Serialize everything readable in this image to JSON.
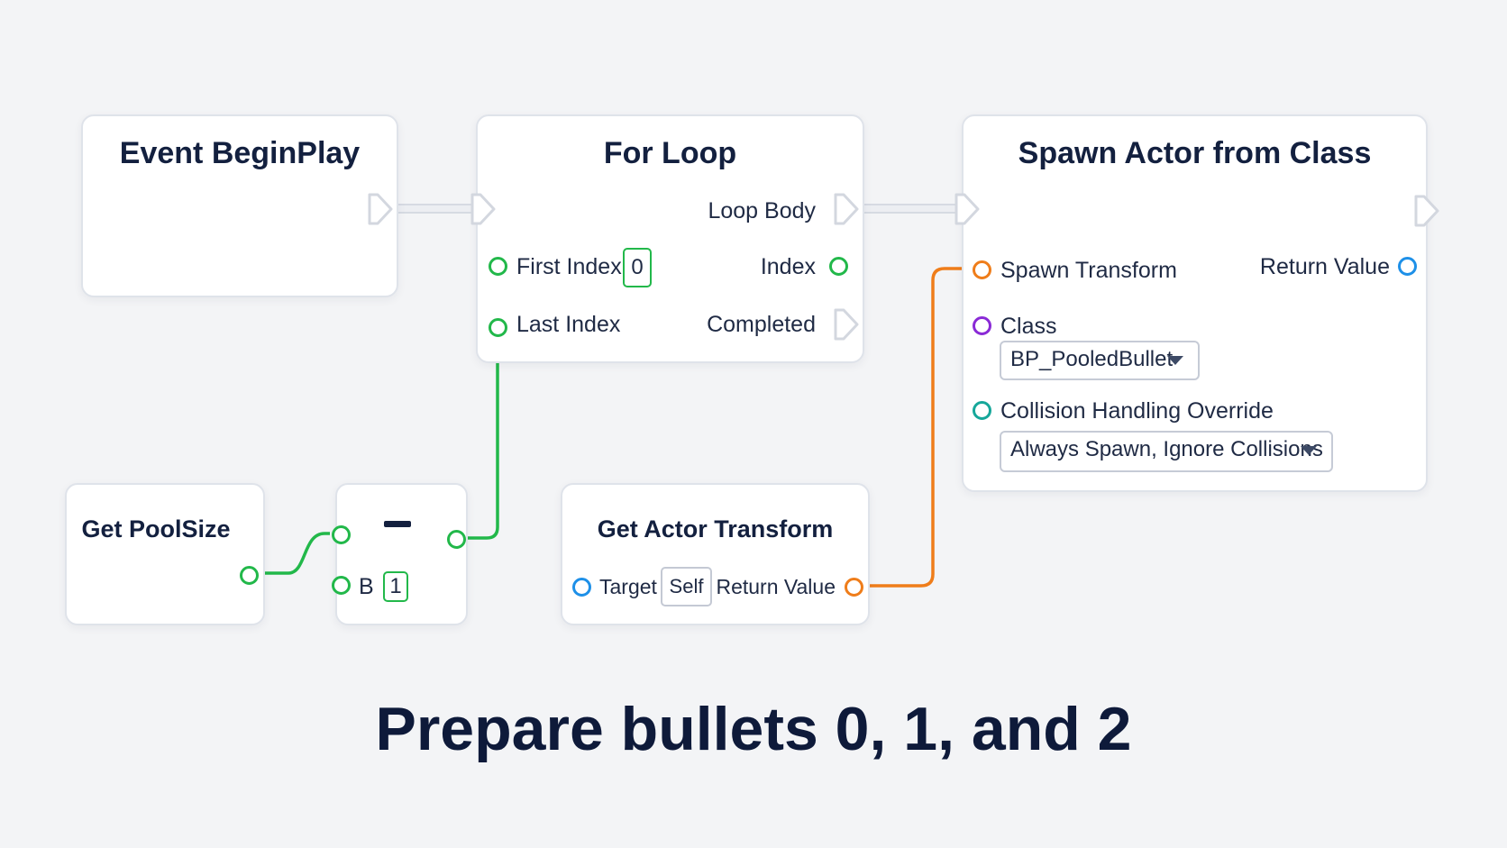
{
  "nodes": {
    "event_begin_play": {
      "title": "Event BeginPlay"
    },
    "for_loop": {
      "title": "For Loop",
      "loop_body": "Loop Body",
      "first_index": "First Index",
      "first_index_value": "0",
      "index": "Index",
      "last_index": "Last Index",
      "completed": "Completed"
    },
    "spawn_actor": {
      "title": "Spawn Actor from Class",
      "spawn_transform": "Spawn Transform",
      "return_value": "Return Value",
      "class_label": "Class",
      "class_value": "BP_PooledBullet",
      "collision_label": "Collision Handling Override",
      "collision_value": "Always Spawn, Ignore Collisions"
    },
    "get_pool_size": {
      "title": "Get PoolSize"
    },
    "subtract": {
      "b_label": "B",
      "b_value": "1"
    },
    "get_actor_transform": {
      "title": "Get Actor Transform",
      "target": "Target",
      "target_value": "Self",
      "return_value": "Return Value"
    }
  },
  "caption": "Prepare bullets 0, 1, and 2",
  "colors": {
    "int_pin": "#22b84a",
    "transform_pin": "#ef7d1a",
    "object_pin": "#1e90e8",
    "class_pin": "#8a2ad6",
    "enum_pin": "#16a79a",
    "exec_pin": "#d6dae2"
  }
}
